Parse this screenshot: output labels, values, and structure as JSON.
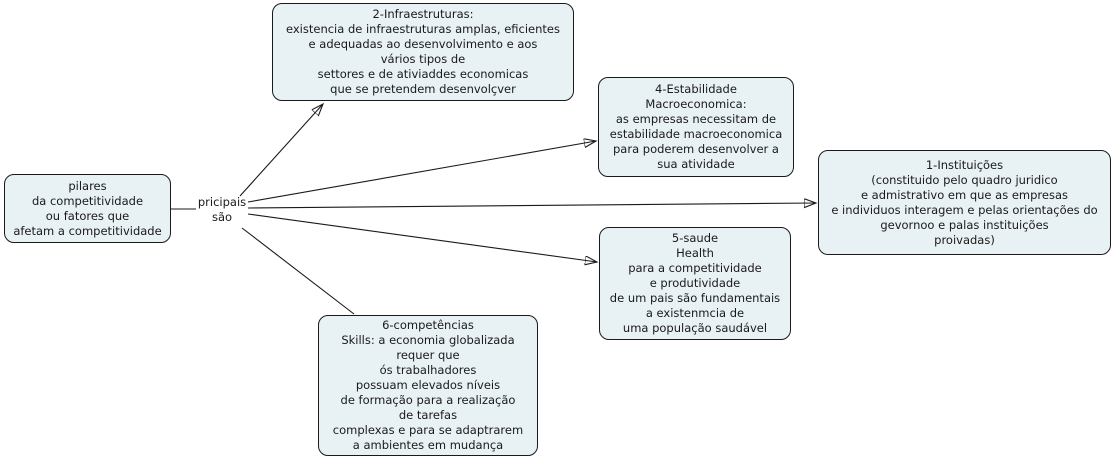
{
  "diagram": {
    "type": "concept-map",
    "colors": {
      "canvas_bg": "#ffffff",
      "node_fill": "#e8f1f4",
      "node_border": "#1a1a1a",
      "edge_color": "#1a1a1a",
      "text_color": "#1a1a1a"
    },
    "root_concept": {
      "text": "pilares\nda competitividade\nou fatores que\nafetam a competitividade"
    },
    "linking_phrase": {
      "text": "pricipais\nsão"
    },
    "concepts": {
      "infraestruturas": {
        "text": "2-Infraestruturas:\nexistencia de infraestruturas amplas, eficientes\ne adequadas ao desenvolvimento e aos\nvários tipos de\nsettores e de ativiaddes economicas\nque se pretendem desenvolçver"
      },
      "estabilidade_macroeconomica": {
        "text": "4-Estabilidade\nMacroeconomica:\nas empresas necessitam de\nestabilidade macroeconomica\npara poderem desenvolver a\nsua atividade"
      },
      "instituicoes": {
        "text": "1-Instituições\n(constituido pelo quadro juridico\ne admistrativo em que as empresas\ne individuos interagem e pelas orientações do\ngevornoo e palas instituições\nproivadas)"
      },
      "saude": {
        "text": "5-saude\nHealth\npara a competitividade\ne produtividade\nde um pais são fundamentais\na existenmcia de\numa população saudável"
      },
      "competencias": {
        "text": "6-competências\nSkills: a economia globalizada\nrequer que\nós trabalhadores\npossuam elevados níveis\nde formação para a realização\nde tarefas\ncomplexas e para se adaptrarem\na ambientes em mudança"
      }
    }
  }
}
